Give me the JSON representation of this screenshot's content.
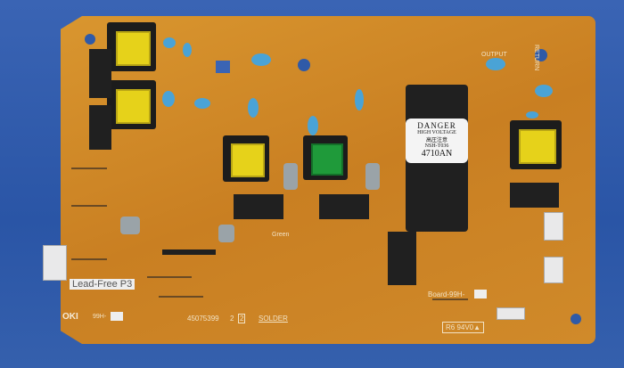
{
  "warning_label": {
    "line1": "DANGER",
    "line2": "HIGH VOLTAGE",
    "line3": "高圧注意",
    "line4": "NSH-T036",
    "line5": "4710AN"
  },
  "silkscreen": {
    "lead_free": "Lead-Free P3",
    "brand": "OKI",
    "board_code": "99H-",
    "part_number": "45075399",
    "revision": "2",
    "revision_box": "2",
    "solder": "SOLDER",
    "board_label": "Board-99H-",
    "rating": "R6 94V0▲",
    "green": "Green",
    "output": "OUTPUT",
    "return": "RETURN"
  },
  "colors": {
    "board": "#d08a2a",
    "background": "#2f5aa8",
    "transformer_core": "#e6d21a",
    "capacitor": "#4aa3d6"
  }
}
